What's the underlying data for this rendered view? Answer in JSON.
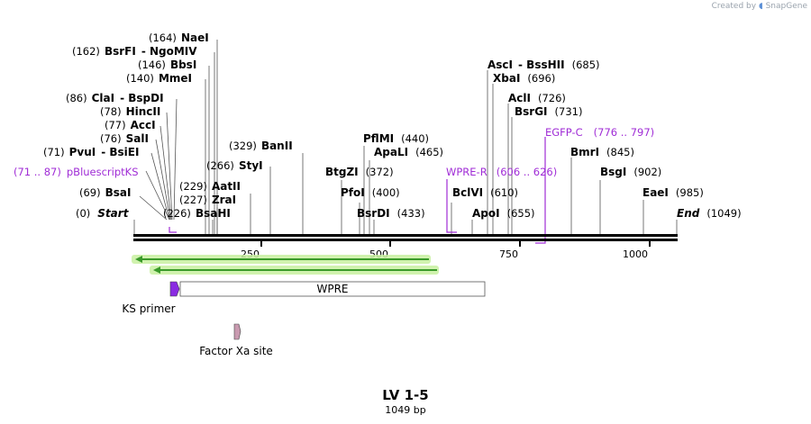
{
  "credit": {
    "prefix": "Created by",
    "brand": "SnapGene"
  },
  "title": "LV 1-5",
  "subtitle": "1049 bp",
  "sequence_length": 1049,
  "scale_ticks": [
    "250",
    "500",
    "750",
    "1000"
  ],
  "scale_positions": [
    250,
    500,
    750,
    1000
  ],
  "site_labels": [
    {
      "name": "(0)",
      "bold": "Start",
      "style": "end"
    },
    {
      "name": "(69)",
      "bold": "BsaI"
    },
    {
      "name": "(71 .. 87)",
      "bold": "pBluescriptKS",
      "style": "purple"
    },
    {
      "name": "(71)",
      "bold": "PvuI",
      "extra": "- BsiEI"
    },
    {
      "name": "(76)",
      "bold": "SalI"
    },
    {
      "name": "(77)",
      "bold": "AccI"
    },
    {
      "name": "(78)",
      "bold": "HincII"
    },
    {
      "name": "(86)",
      "bold": "ClaI",
      "extra": "- BspDI"
    },
    {
      "name": "(140)",
      "bold": "MmeI"
    },
    {
      "name": "(146)",
      "bold": "BbsI"
    },
    {
      "name": "(162)",
      "bold": "BsrFI",
      "extra": "- NgoMIV"
    },
    {
      "name": "(164)",
      "bold": "NaeI"
    },
    {
      "name": "(226)",
      "bold": "BsaHI"
    },
    {
      "name": "(227)",
      "bold": "ZraI"
    },
    {
      "name": "(229)",
      "bold": "AatII"
    },
    {
      "name": "(266)",
      "bold": "StyI"
    },
    {
      "name": "(329)",
      "bold": "BanII"
    },
    {
      "name": "(372)",
      "bold": "BtgZI"
    },
    {
      "name": "(400)",
      "bold": "PfoI"
    },
    {
      "name": "(433)",
      "bold": "BsrDI"
    },
    {
      "name": "(440)",
      "bold": "PflMI"
    },
    {
      "name": "(465)",
      "bold": "ApaLI"
    },
    {
      "name": "(606 .. 626)",
      "bold": "WPRE-R",
      "style": "purple"
    },
    {
      "name": "(610)",
      "bold": "BclVI"
    },
    {
      "name": "(655)",
      "bold": "ApoI"
    },
    {
      "name": "(685)",
      "bold": "AscI",
      "extra": "- BssHII"
    },
    {
      "name": "(696)",
      "bold": "XbaI"
    },
    {
      "name": "(726)",
      "bold": "AclI"
    },
    {
      "name": "(731)",
      "bold": "BsrGI"
    },
    {
      "name": "(776 .. 797)",
      "bold": "EGFP-C",
      "style": "purple"
    },
    {
      "name": "(845)",
      "bold": "BmrI"
    },
    {
      "name": "(902)",
      "bold": "BsgI"
    },
    {
      "name": "(985)",
      "bold": "EaeI"
    },
    {
      "name": "(1049)",
      "bold": "End",
      "style": "end"
    }
  ],
  "features": {
    "wpre": "WPRE",
    "ks_primer": "KS primer",
    "factor_xa": "Factor Xa site"
  },
  "colors": {
    "primer": "#a02dd6",
    "arrow_fill": "#3a9a2a",
    "arrow_glow": "#c8f0a0",
    "feature_box": "#ffffff",
    "ks_primer_fill": "#8a2be2",
    "factor_xa_fill": "#c99ab0"
  }
}
